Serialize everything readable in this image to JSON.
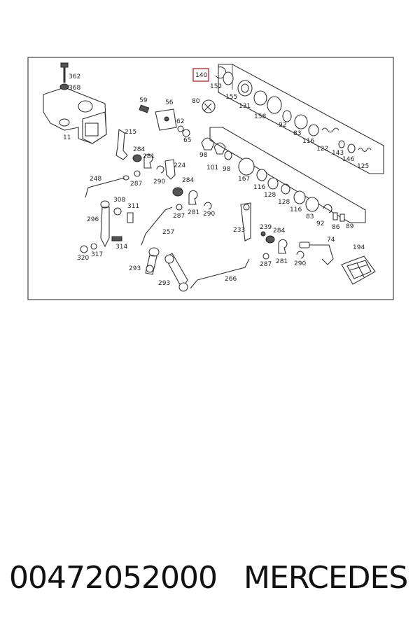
{
  "diagram": {
    "highlight_color": "#e0303a",
    "line_color": "#333333",
    "highlighted_label": "140",
    "labels": [
      {
        "id": "362",
        "text": "362"
      },
      {
        "id": "368",
        "text": "368"
      },
      {
        "id": "11",
        "text": "11"
      },
      {
        "id": "59",
        "text": "59"
      },
      {
        "id": "56",
        "text": "56"
      },
      {
        "id": "62",
        "text": "62"
      },
      {
        "id": "65",
        "text": "65"
      },
      {
        "id": "80",
        "text": "80"
      },
      {
        "id": "140",
        "text": "140"
      },
      {
        "id": "152",
        "text": "152"
      },
      {
        "id": "155",
        "text": "155"
      },
      {
        "id": "131",
        "text": "131"
      },
      {
        "id": "158",
        "text": "158"
      },
      {
        "id": "92a",
        "text": "92"
      },
      {
        "id": "83a",
        "text": "83"
      },
      {
        "id": "116a",
        "text": "116"
      },
      {
        "id": "122",
        "text": "122"
      },
      {
        "id": "143",
        "text": "143"
      },
      {
        "id": "146",
        "text": "146"
      },
      {
        "id": "125",
        "text": "125"
      },
      {
        "id": "215",
        "text": "215"
      },
      {
        "id": "284a",
        "text": "284"
      },
      {
        "id": "281a",
        "text": "281"
      },
      {
        "id": "224",
        "text": "224"
      },
      {
        "id": "287a",
        "text": "287"
      },
      {
        "id": "290a",
        "text": "290"
      },
      {
        "id": "98a",
        "text": "98"
      },
      {
        "id": "101",
        "text": "101"
      },
      {
        "id": "98b",
        "text": "98"
      },
      {
        "id": "167",
        "text": "167"
      },
      {
        "id": "116b",
        "text": "116"
      },
      {
        "id": "128a",
        "text": "128"
      },
      {
        "id": "128b",
        "text": "128"
      },
      {
        "id": "116c",
        "text": "116"
      },
      {
        "id": "83b",
        "text": "83"
      },
      {
        "id": "92b",
        "text": "92"
      },
      {
        "id": "86",
        "text": "86"
      },
      {
        "id": "89",
        "text": "89"
      },
      {
        "id": "248",
        "text": "248"
      },
      {
        "id": "284b",
        "text": "284"
      },
      {
        "id": "308",
        "text": "308"
      },
      {
        "id": "311",
        "text": "311"
      },
      {
        "id": "296",
        "text": "296"
      },
      {
        "id": "287b",
        "text": "287"
      },
      {
        "id": "281b",
        "text": "281"
      },
      {
        "id": "290b",
        "text": "290"
      },
      {
        "id": "257",
        "text": "257"
      },
      {
        "id": "233",
        "text": "233"
      },
      {
        "id": "239",
        "text": "239"
      },
      {
        "id": "284c",
        "text": "284"
      },
      {
        "id": "74",
        "text": "74"
      },
      {
        "id": "194",
        "text": "194"
      },
      {
        "id": "320",
        "text": "320"
      },
      {
        "id": "317",
        "text": "317"
      },
      {
        "id": "314",
        "text": "314"
      },
      {
        "id": "293a",
        "text": "293"
      },
      {
        "id": "293b",
        "text": "293"
      },
      {
        "id": "266",
        "text": "266"
      },
      {
        "id": "287c",
        "text": "287"
      },
      {
        "id": "281c",
        "text": "281"
      },
      {
        "id": "290c",
        "text": "290"
      }
    ]
  },
  "caption": {
    "part_number": "00472052000",
    "brand": "MERCEDES"
  }
}
